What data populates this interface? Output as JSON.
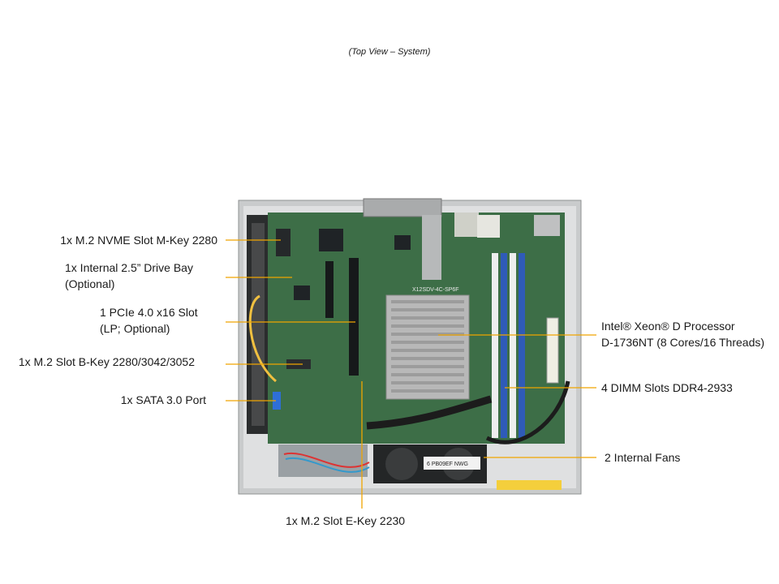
{
  "caption": "(Top View – System)",
  "board_silkscreen": "X12SDV-4C-SP6F",
  "fan_sticker": "6 PB09EF NWG",
  "callouts": [
    {
      "id": "m2-nvme",
      "text": "1x M.2 NVME Slot M-Key 2280"
    },
    {
      "id": "drive-bay",
      "text": "1x Internal 2.5” Drive Bay\n(Optional)"
    },
    {
      "id": "pcie",
      "text": "1 PCIe 4.0 x16 Slot\n(LP; Optional)"
    },
    {
      "id": "m2-bkey",
      "text": "1x M.2 Slot B-Key 2280/3042/3052"
    },
    {
      "id": "sata",
      "text": "1x SATA 3.0 Port"
    },
    {
      "id": "cpu",
      "text": "Intel® Xeon® D Processor\nD-1736NT (8 Cores/16 Threads)"
    },
    {
      "id": "dimm",
      "text": "4 DIMM Slots DDR4-2933"
    },
    {
      "id": "fans",
      "text": "2 Internal Fans"
    },
    {
      "id": "m2-ekey",
      "text": "1x M.2 Slot E-Key 2230"
    }
  ],
  "colors": {
    "leader": "#f0a500",
    "pcb": "#3d6e47",
    "chassis": "#c9cbcc",
    "heatsink": "#b8b8b8",
    "dimm_blue": "#2f5bb8"
  }
}
